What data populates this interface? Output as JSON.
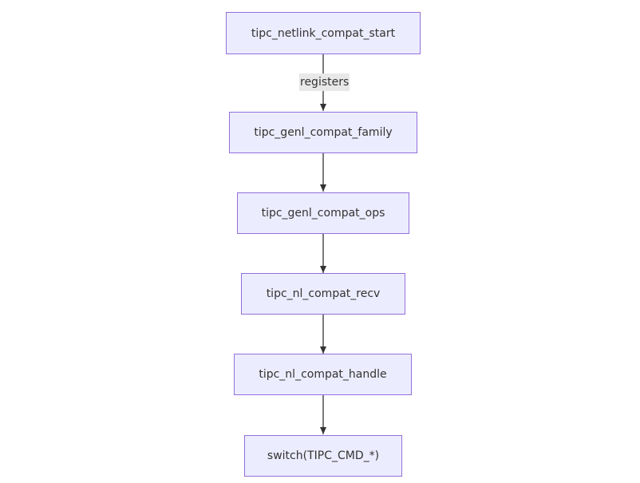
{
  "nodes": {
    "start": "tipc_netlink_compat_start",
    "family": "tipc_genl_compat_family",
    "ops": "tipc_genl_compat_ops",
    "recv": "tipc_nl_compat_recv",
    "handle": "tipc_nl_compat_handle",
    "switch": "switch(TIPC_CMD_*)"
  },
  "edges": {
    "registers_label": "registers"
  },
  "colors": {
    "node_fill": "#ececff",
    "node_border": "#9370db",
    "edge": "#333333",
    "label_bg": "#e8e8e8"
  }
}
